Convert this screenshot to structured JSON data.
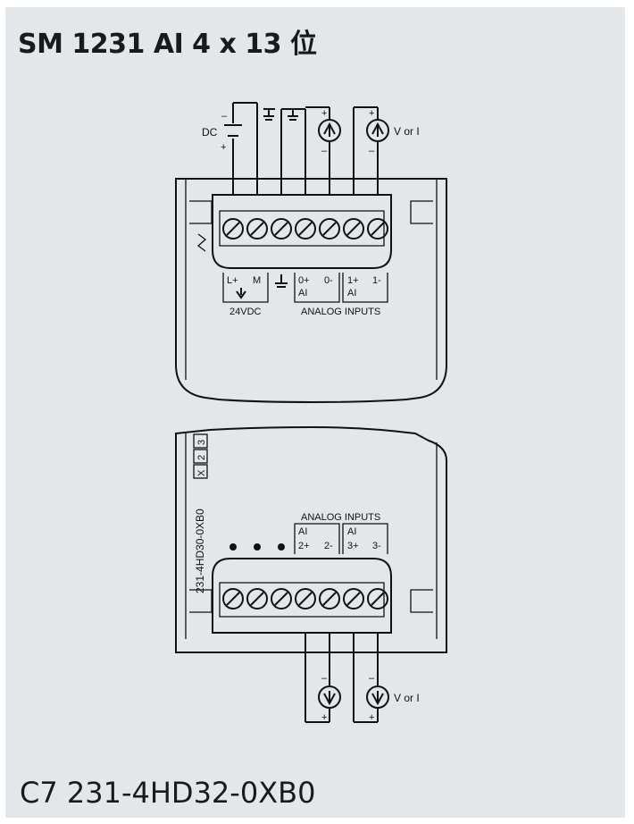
{
  "title": "SM 1231 AI 4 x 13 位",
  "footer": "C7 231-4HD32-0XB0",
  "top_module": {
    "dc_label": "DC",
    "dc_minus": "–",
    "dc_plus": "+",
    "sensor1_plus": "+",
    "sensor1_minus": "–",
    "sensor2_plus": "+",
    "sensor2_minus": "–",
    "sensor_label": "V or I",
    "term_lplus": "L+",
    "term_m": "M",
    "supply_label": "24VDC",
    "term_0plus": "0+",
    "term_0minus": "0-",
    "term_1plus": "1+",
    "term_1minus": "1-",
    "ai_label": "AI",
    "group_label": "ANALOG INPUTS"
  },
  "bottom_module": {
    "part_number": "231-4HD30-0XB0",
    "version_boxes": [
      "X",
      "2",
      "3"
    ],
    "group_label": "ANALOG INPUTS",
    "ai_label": "AI",
    "term_2plus": "2+",
    "term_2minus": "2-",
    "term_3plus": "3+",
    "term_3minus": "3-",
    "sensor3_minus": "–",
    "sensor3_plus": "+",
    "sensor4_minus": "–",
    "sensor4_plus": "+",
    "sensor_label": "V or I"
  }
}
